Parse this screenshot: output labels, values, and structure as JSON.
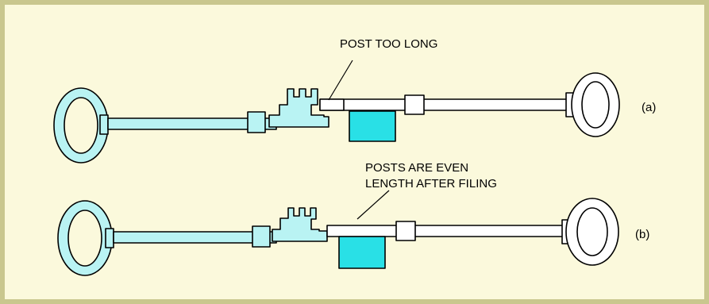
{
  "colors": {
    "background": "#fbf9dc",
    "border": "#c9c78e",
    "key_cyan": "#b9f3f3",
    "block_cyan": "#29e0e6",
    "key_white": "#ffffff"
  },
  "labels": {
    "a_callout": "POST TOO LONG",
    "b_callout_line1": "POSTS ARE EVEN",
    "b_callout_line2": "LENGTH AFTER FILING",
    "a_tag": "(a)",
    "b_tag": "(b)"
  }
}
